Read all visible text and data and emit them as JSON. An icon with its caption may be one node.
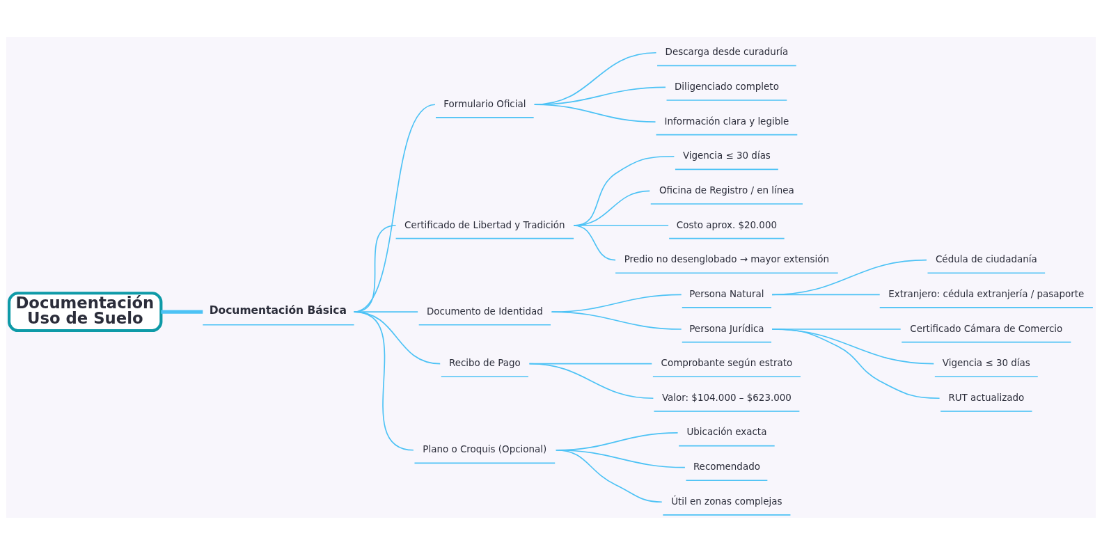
{
  "diagram": {
    "nodes": [
      {
        "text": [
          "Documentación Uso de Suelo"
        ]
      },
      {
        "text": [
          "Documentación Básica"
        ]
      },
      {
        "text": [
          "Formulario Oficial"
        ]
      },
      {
        "text": [
          "Descarga desde curaduría"
        ]
      },
      {
        "text": [
          "Diligenciado completo"
        ]
      },
      {
        "text": [
          "Información clara y legible"
        ]
      },
      {
        "text": [
          "Certificado de Libertad y Tradición"
        ]
      },
      {
        "text": [
          "Vigencia ≤ 30 días"
        ]
      },
      {
        "text": [
          "Oficina de Registro / en línea"
        ]
      },
      {
        "text": [
          "Costo aprox. $20.000"
        ]
      },
      {
        "text": [
          "Predio no desenglobado → mayor extensión"
        ]
      },
      {
        "text": [
          "Documento de Identidad"
        ]
      },
      {
        "text": [
          "Persona Natural"
        ]
      },
      {
        "text": [
          "Cédula de ciudadanía"
        ]
      },
      {
        "text": [
          "Extranjero: cédula extranjería / pasaporte"
        ]
      },
      {
        "text": [
          "Persona Jurídica"
        ]
      },
      {
        "text": [
          "Certificado Cámara de Comercio"
        ]
      },
      {
        "text": [
          "Vigencia ≤ 30 días"
        ]
      },
      {
        "text": [
          "RUT actualizado"
        ]
      },
      {
        "text": [
          "Recibo de Pago"
        ]
      },
      {
        "text": [
          "Comprobante según estrato"
        ]
      },
      {
        "text": [
          "Valor: $104.000 – $623.000"
        ]
      },
      {
        "text": [
          "Plano o Croquis (Opcional)"
        ]
      },
      {
        "text": [
          "Ubicación exacta"
        ]
      },
      {
        "text": [
          "Recomendado"
        ]
      },
      {
        "text": [
          "Útil en zonas complejas"
        ]
      }
    ],
    "edges": [
      {
        "from": 0,
        "to": 1,
        "arrow": "none",
        "style": "thick"
      },
      {
        "from": 1,
        "to": 2,
        "arrow": "none"
      },
      {
        "from": 2,
        "to": 3,
        "arrow": "none"
      },
      {
        "from": 2,
        "to": 4,
        "arrow": "none"
      },
      {
        "from": 2,
        "to": 5,
        "arrow": "none"
      },
      {
        "from": 1,
        "to": 6,
        "arrow": "none"
      },
      {
        "from": 6,
        "to": 7,
        "arrow": "none"
      },
      {
        "from": 6,
        "to": 8,
        "arrow": "none"
      },
      {
        "from": 6,
        "to": 9,
        "arrow": "none"
      },
      {
        "from": 6,
        "to": 10,
        "arrow": "none"
      },
      {
        "from": 1,
        "to": 11,
        "arrow": "none"
      },
      {
        "from": 11,
        "to": 12,
        "arrow": "none"
      },
      {
        "from": 12,
        "to": 13,
        "arrow": "none"
      },
      {
        "from": 12,
        "to": 14,
        "arrow": "none"
      },
      {
        "from": 11,
        "to": 15,
        "arrow": "none"
      },
      {
        "from": 15,
        "to": 16,
        "arrow": "none"
      },
      {
        "from": 15,
        "to": 17,
        "arrow": "none"
      },
      {
        "from": 15,
        "to": 18,
        "arrow": "none"
      },
      {
        "from": 1,
        "to": 19,
        "arrow": "none"
      },
      {
        "from": 19,
        "to": 20,
        "arrow": "none"
      },
      {
        "from": 19,
        "to": 21,
        "arrow": "none"
      },
      {
        "from": 1,
        "to": 22,
        "arrow": "none"
      },
      {
        "from": 22,
        "to": 23,
        "arrow": "none"
      },
      {
        "from": 22,
        "to": 24,
        "arrow": "none"
      },
      {
        "from": 22,
        "to": 25,
        "arrow": "none"
      }
    ]
  }
}
